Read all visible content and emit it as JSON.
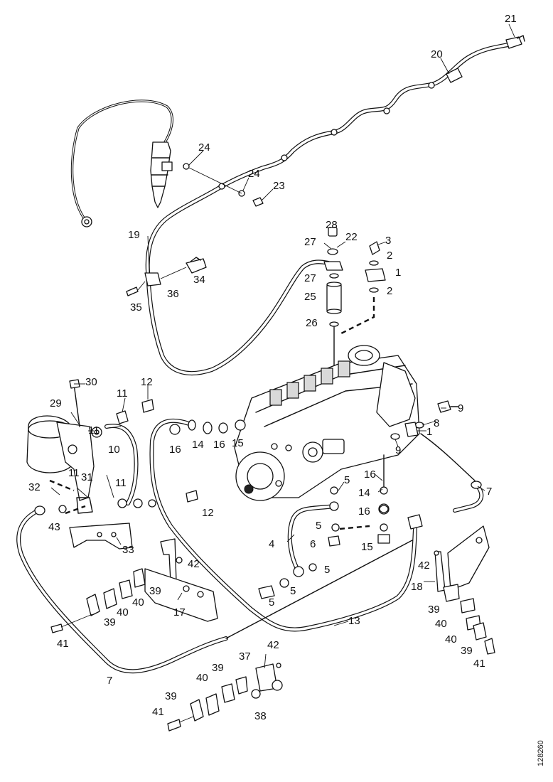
{
  "labels": {
    "l1a": "1",
    "l1b": "1",
    "l2a": "2",
    "l2b": "2",
    "l3": "3",
    "l4": "4",
    "l5a": "5",
    "l5b": "5",
    "l5c": "5",
    "l5d": "5",
    "l5e": "5",
    "l6": "6",
    "l7a": "7",
    "l7b": "7",
    "l8": "8",
    "l9a": "9",
    "l9b": "9",
    "l10": "10",
    "l11a": "11",
    "l11b": "11",
    "l11c": "11",
    "l11d": "11",
    "l12a": "12",
    "l12b": "12",
    "l13": "13",
    "l14a": "14",
    "l14b": "14",
    "l15a": "15",
    "l15b": "15",
    "l16a": "16",
    "l16b": "16",
    "l16c": "16",
    "l16d": "16",
    "l17": "17",
    "l18": "18",
    "l19": "19",
    "l20": "20",
    "l21": "21",
    "l22": "22",
    "l23": "23",
    "l24a": "24",
    "l24b": "24",
    "l25": "25",
    "l26": "26",
    "l27a": "27",
    "l27b": "27",
    "l28": "28",
    "l29": "29",
    "l30": "30",
    "l31": "31",
    "l32": "32",
    "l33": "33",
    "l34": "34",
    "l35": "35",
    "l36": "36",
    "l37": "37",
    "l38": "38",
    "l39a": "39",
    "l39b": "39",
    "l39c": "39",
    "l39d": "39",
    "l39e": "39",
    "l40a": "40",
    "l40b": "40",
    "l40c": "40",
    "l40d": "40",
    "l40e": "40",
    "l41a": "41",
    "l41b": "41",
    "l41c": "41",
    "l42a": "42",
    "l42b": "42",
    "l42c": "42",
    "l43": "43"
  },
  "figure_ref": "128260"
}
